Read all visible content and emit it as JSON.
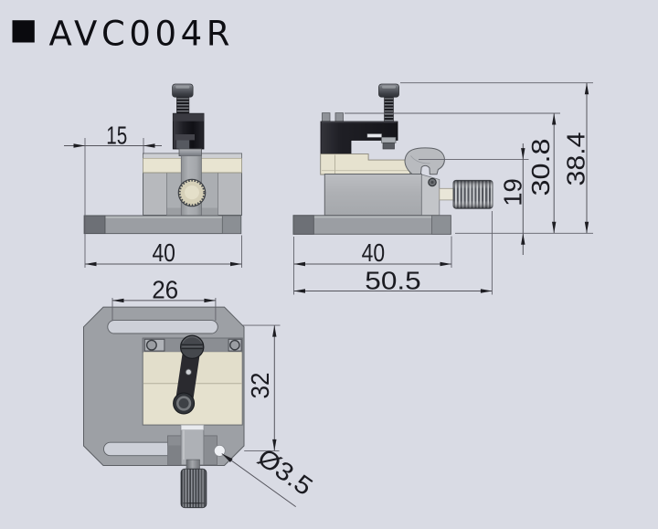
{
  "title": {
    "icon": "square-bullet",
    "text": "AVC004R"
  },
  "drawing": {
    "type": "technical-dimension-drawing",
    "views": {
      "front": {
        "label": "front-view",
        "dimensions": {
          "base_offset": "15",
          "base_width": "40"
        }
      },
      "side": {
        "label": "side-view",
        "dimensions": {
          "base_width": "40",
          "overall_length": "50.5",
          "platform_height": "19",
          "clamp_height": "30.8",
          "overall_height": "38.4"
        }
      },
      "bottom": {
        "label": "bottom-view",
        "dimensions": {
          "slot_length": "26",
          "slot_spacing": "32",
          "hole_diameter": "Ø3.5"
        }
      }
    },
    "colors": {
      "background": "#d9dbe4",
      "plate_gray": "#9da0a5",
      "body_gray": "#b6b8bc",
      "cream": "#e7e3d0",
      "dark_end_cap": "#6d7076",
      "black_part": "#1c1c21",
      "dimension_line": "#55555d",
      "dimension_text": "#1b1b21",
      "title_text": "#0e0e13"
    }
  }
}
